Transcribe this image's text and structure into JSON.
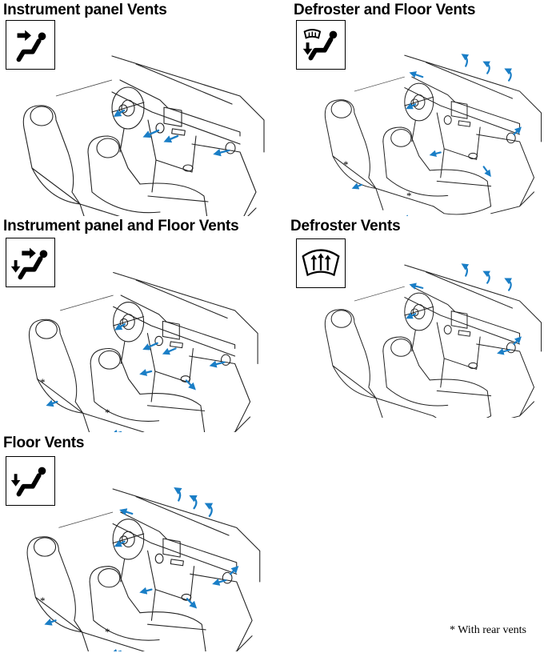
{
  "panels": [
    {
      "id": "instrument",
      "title": "Instrument panel Vents",
      "icon": "face-vent-icon"
    },
    {
      "id": "defrost-floor",
      "title": "Defroster and Floor Vents",
      "icon": "defrost-floor-vent-icon"
    },
    {
      "id": "bilevel",
      "title": "Instrument panel and Floor Vents",
      "icon": "face-floor-vent-icon"
    },
    {
      "id": "defrost",
      "title": "Defroster Vents",
      "icon": "defrost-vent-icon"
    },
    {
      "id": "floor",
      "title": "Floor Vents",
      "icon": "floor-vent-icon"
    }
  ],
  "rear_vent_marker": "*",
  "footnote": "* With rear vents",
  "colors": {
    "airflow": "#1a7ec6"
  }
}
